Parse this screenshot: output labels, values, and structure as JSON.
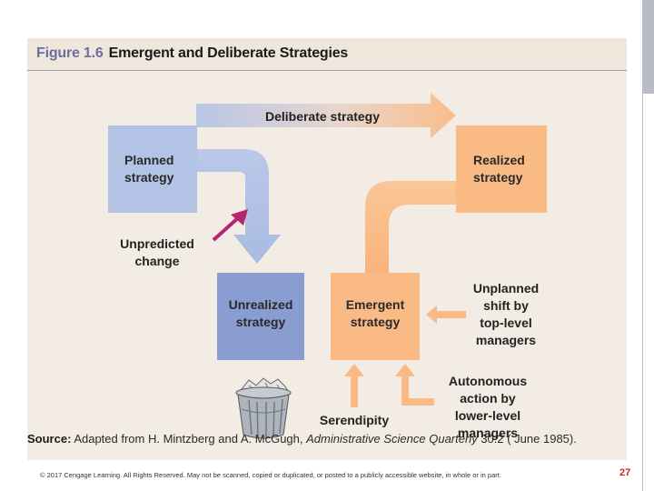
{
  "figure": {
    "number": "Figure 1.6",
    "title": "Emergent and Deliberate Strategies"
  },
  "diagram": {
    "nodes": {
      "planned": [
        "Planned",
        "strategy"
      ],
      "realized": [
        "Realized",
        "strategy"
      ],
      "unrealized": [
        "Unrealized",
        "strategy"
      ],
      "emergent": [
        "Emergent",
        "strategy"
      ]
    },
    "labels": {
      "deliberate": "Deliberate strategy",
      "unpredicted": [
        "Unpredicted",
        "change"
      ],
      "unplanned": [
        "Unplanned",
        "shift by",
        "top-level",
        "managers"
      ],
      "autonomous": [
        "Autonomous",
        "action by",
        "lower-level",
        "managers"
      ],
      "serendipity": "Serendipity"
    },
    "colors": {
      "blue": "#b3c3e6",
      "blue_dark": "#8a9dd0",
      "orange": "#f9ba85",
      "magenta": "#b5276a"
    },
    "icons": [
      "trash-can-icon"
    ]
  },
  "source": {
    "prefix": "Source:",
    "text": "Adapted from H. Mintzberg and A. McGugh,",
    "journal": "Administrative Science Quarterly",
    "citation": "30:2 ( June 1985)."
  },
  "footer": {
    "copyright": "© 2017 Cengage Learning. All Rights Reserved. May not be scanned, copied or duplicated, or posted to a publicly accessible website, in whole or in part.",
    "page_number": "27"
  }
}
